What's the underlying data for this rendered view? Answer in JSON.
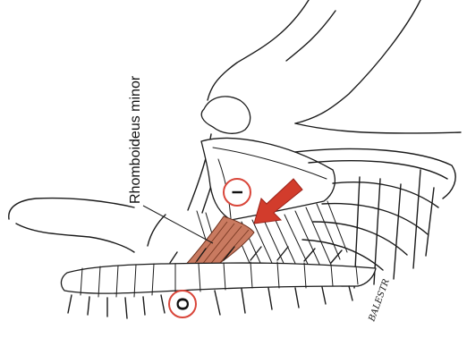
{
  "muscle_label": "Rhomboideus minor",
  "insertion_marker": "I",
  "origin_marker": "O",
  "artist_signature": "BALESTR",
  "colors": {
    "muscle": "#c97a60",
    "arrow": "#d23c2c",
    "marker_ring": "#d9463a",
    "outline": "#1a1a1a"
  }
}
